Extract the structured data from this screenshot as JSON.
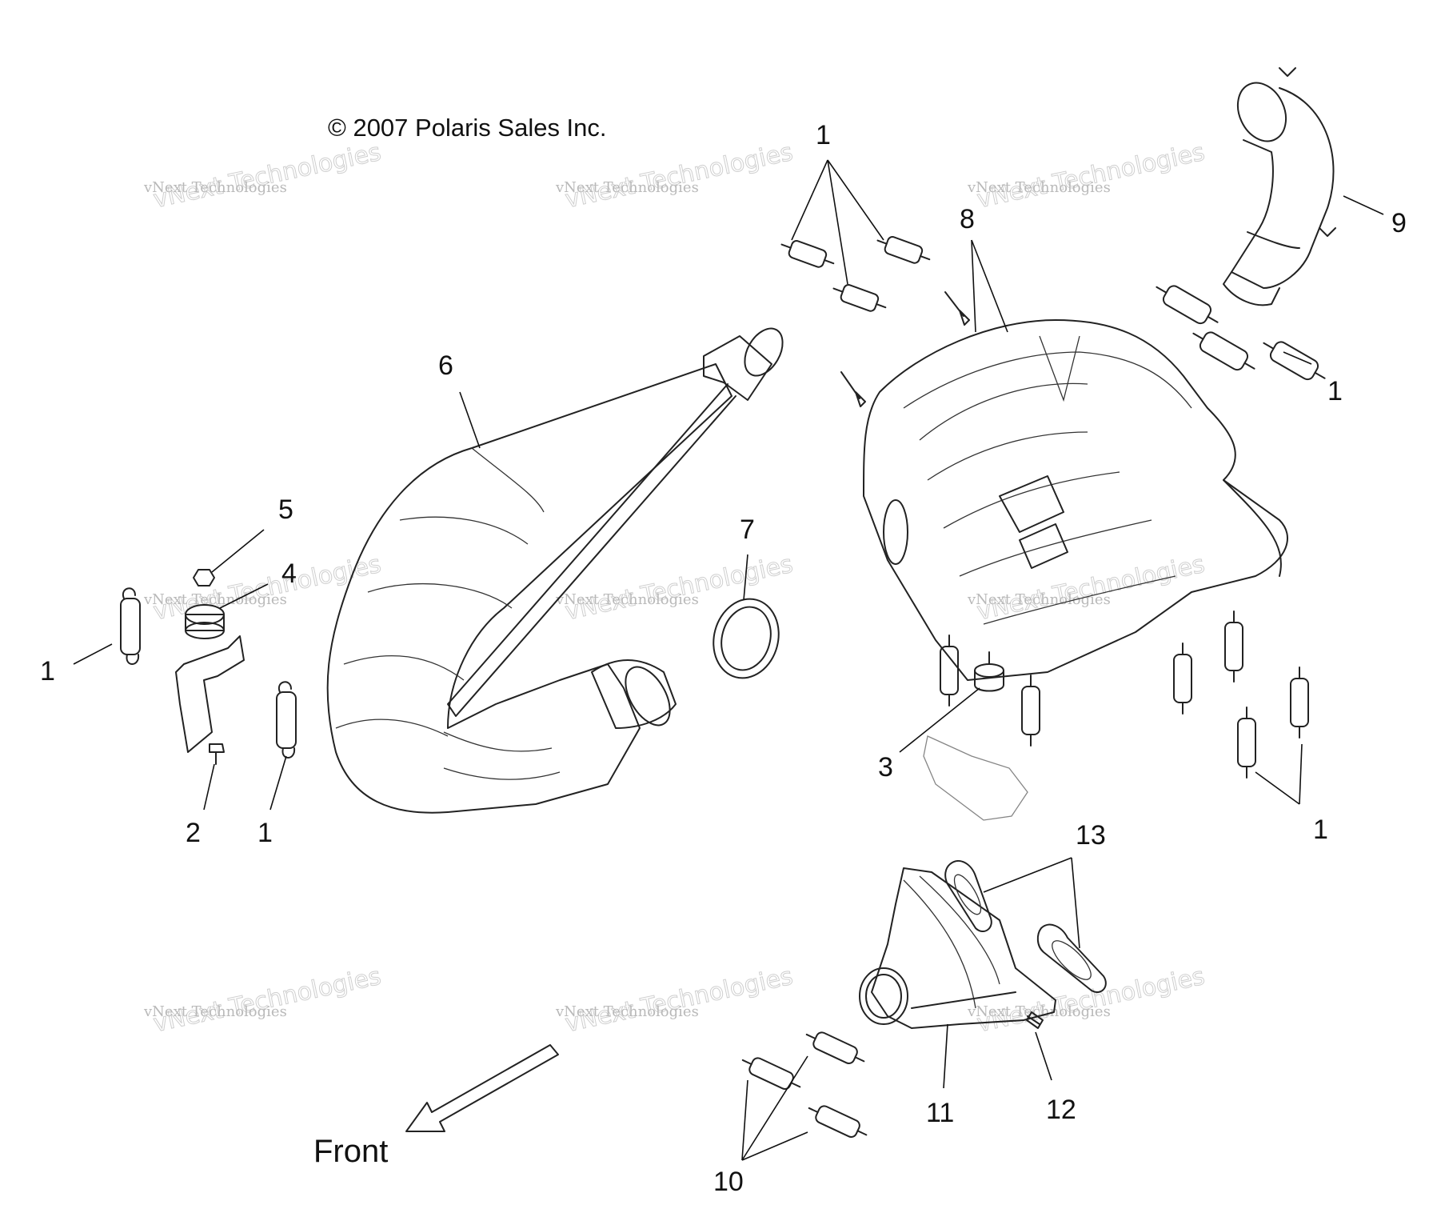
{
  "copyright": "© 2007 Polaris Sales Inc.",
  "front_label": "Front",
  "watermark": {
    "line1": "vNext Technologies",
    "line2": "vNext Technologies"
  },
  "callouts": {
    "c1_top": "1",
    "c1_right_upper": "1",
    "c1_left": "1",
    "c1_lower_left": "1",
    "c1_lower_right": "1",
    "c2": "2",
    "c3": "3",
    "c4": "4",
    "c5": "5",
    "c6": "6",
    "c7": "7",
    "c8": "8",
    "c9": "9",
    "c10": "10",
    "c11": "11",
    "c12": "12",
    "c13": "13"
  },
  "icons": {
    "copyright": "copyright-icon",
    "front_arrow": "arrow-down-left-icon"
  },
  "colors": {
    "line": "#222222",
    "watermark": "#c0c0c0",
    "background": "#ffffff"
  }
}
